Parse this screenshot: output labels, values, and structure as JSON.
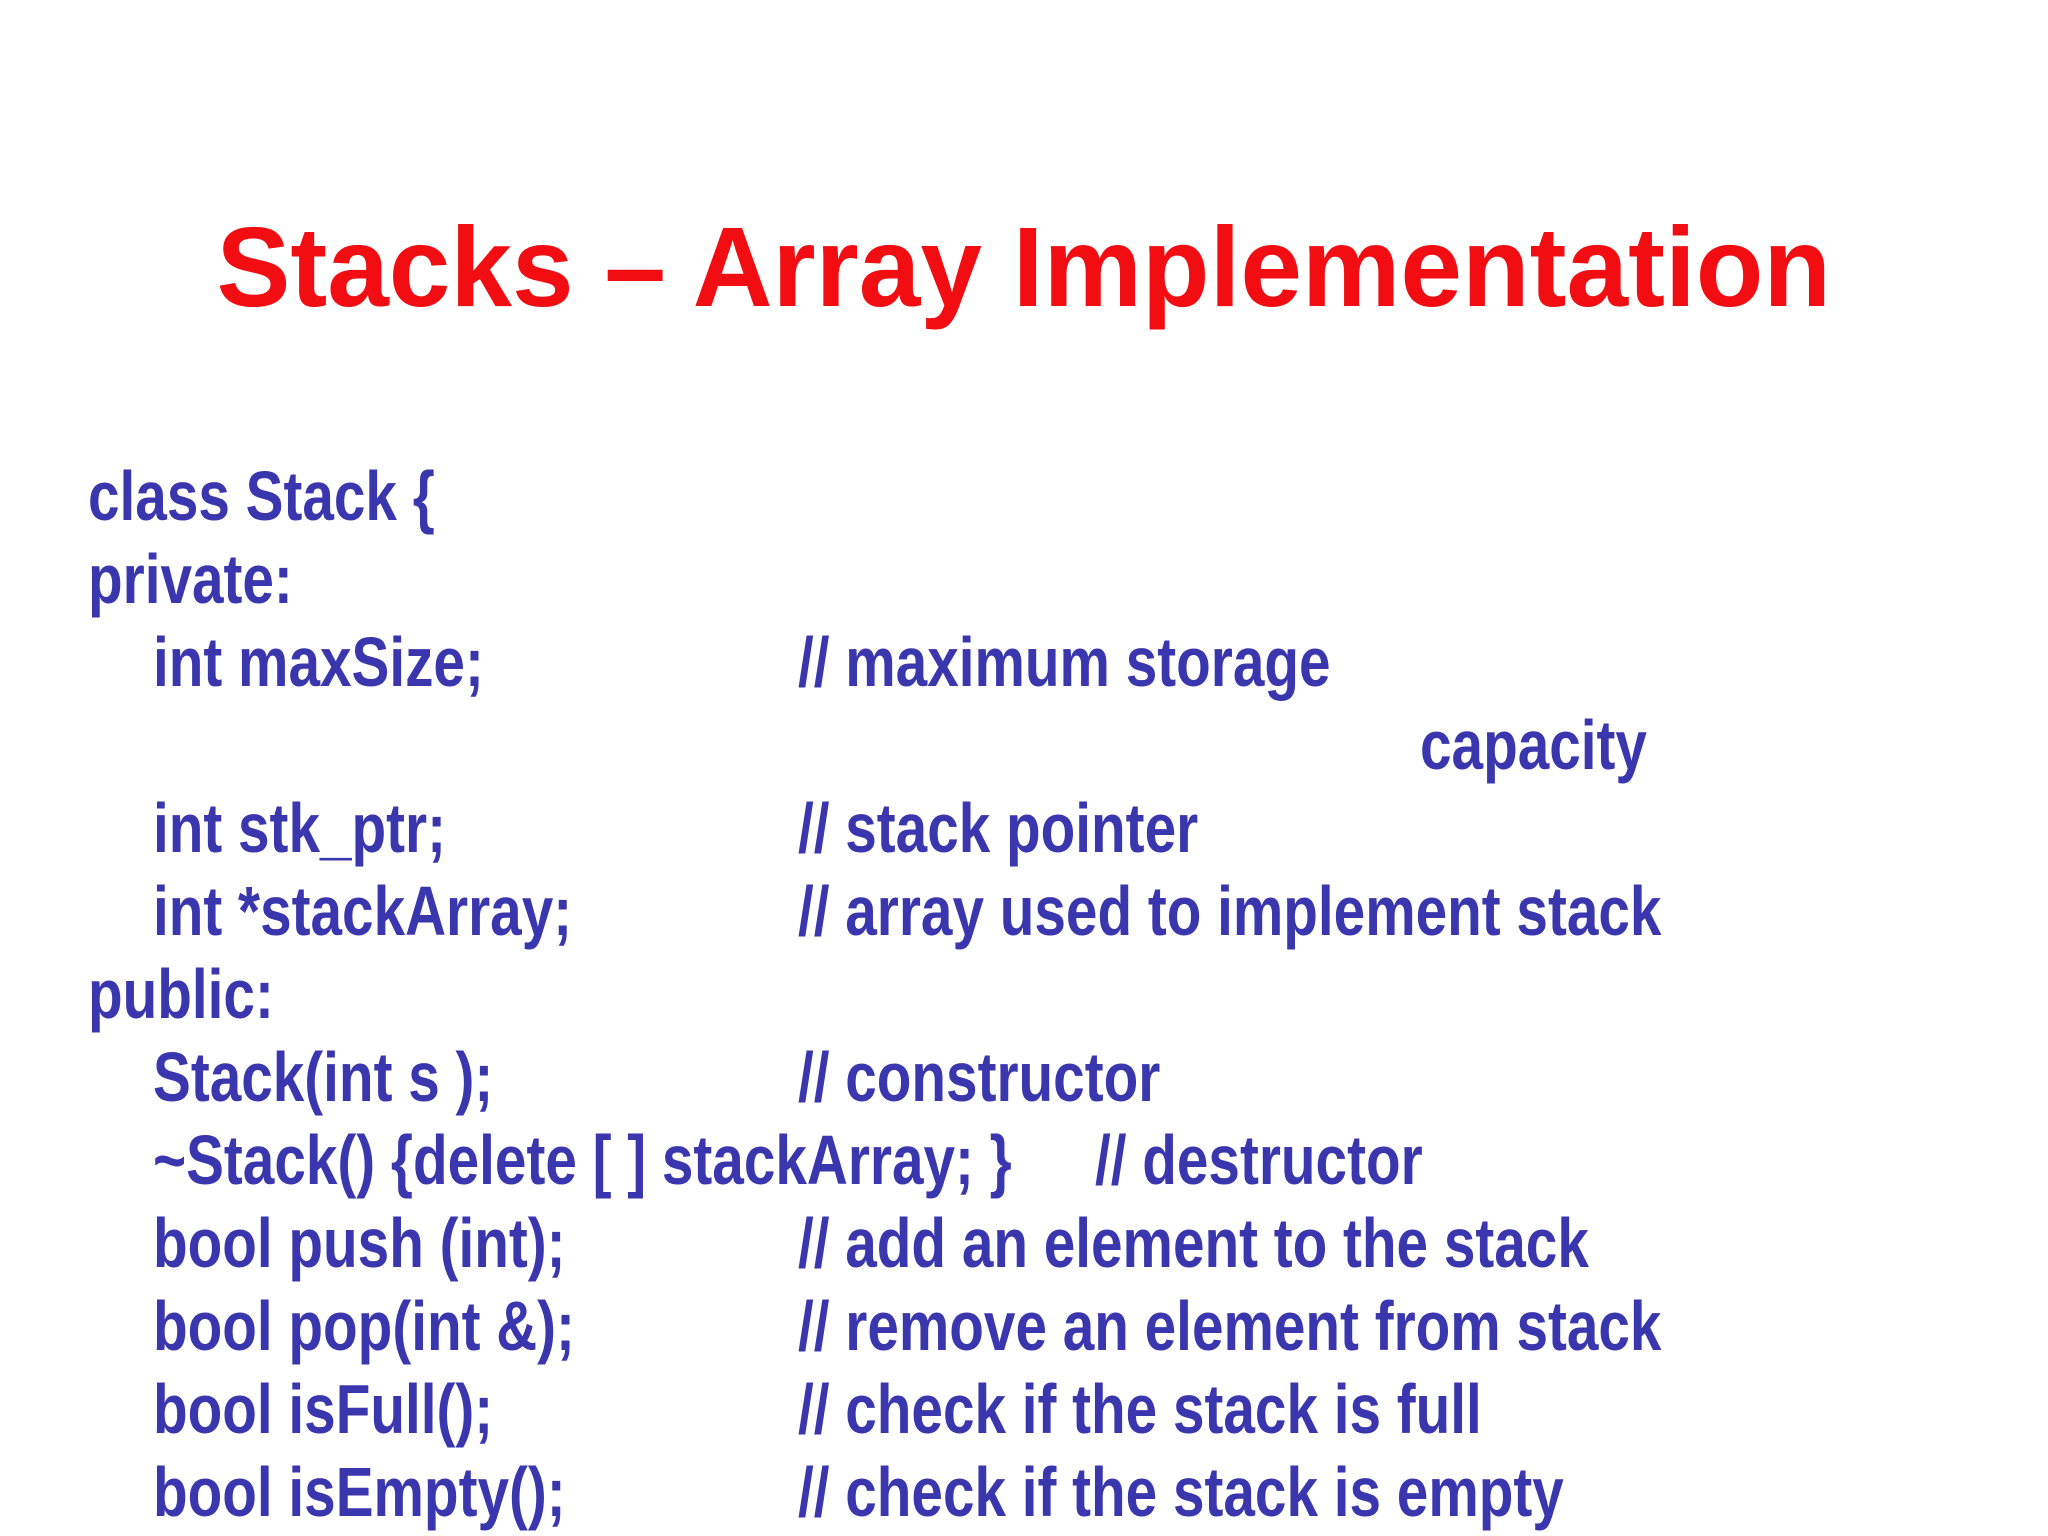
{
  "slide": {
    "title": "Stacks – Array Implementation",
    "colors": {
      "title_text": "#f10d11",
      "code_text": "#3a36ae",
      "background": "#ffffff"
    },
    "code_lines": [
      {
        "code": "class Stack {",
        "comment": ""
      },
      {
        "code": "private:",
        "comment": ""
      },
      {
        "code": "int maxSize;",
        "comment": "// maximum storage"
      },
      {
        "code": "",
        "comment": "capacity"
      },
      {
        "code": "int stk_ptr;",
        "comment": "// stack pointer"
      },
      {
        "code": "int *stackArray;",
        "comment": "// array used to implement stack"
      },
      {
        "code": "public:",
        "comment": ""
      },
      {
        "code": "Stack(int s );",
        "comment": "// constructor"
      },
      {
        "code": "~Stack() {delete [ ] stackArray; }",
        "comment": "// destructor"
      },
      {
        "code": "bool push (int);",
        "comment": "// add an element to the stack"
      },
      {
        "code": "bool pop(int &);",
        "comment": "// remove an element from stack"
      },
      {
        "code": "bool isFull();",
        "comment": "// check if the stack is full"
      },
      {
        "code": "bool isEmpty();",
        "comment": "// check if the stack is empty"
      }
    ]
  }
}
